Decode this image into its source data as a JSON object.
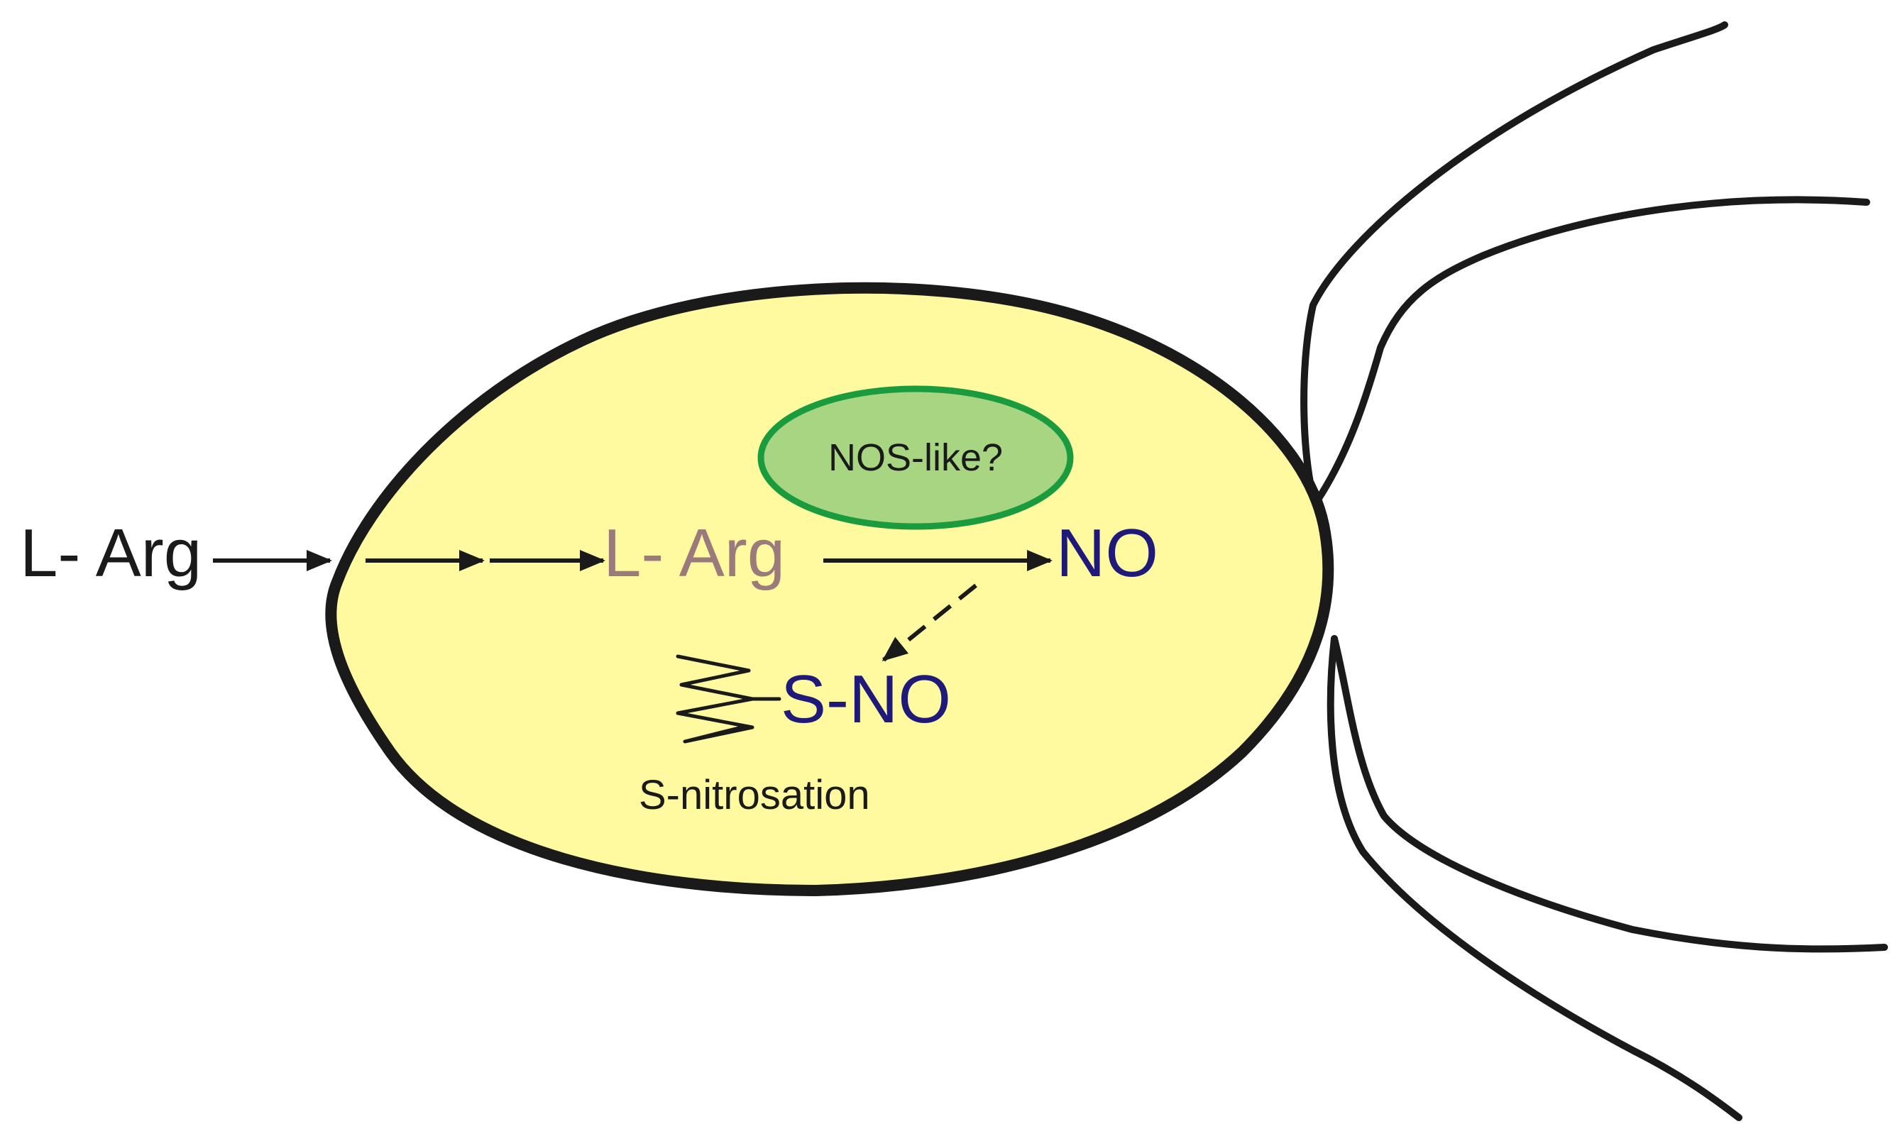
{
  "labels": {
    "outside_substrate": "L- Arg",
    "inside_substrate": "L- Arg",
    "product": "NO",
    "enzyme": "NOS-like?",
    "modified_group": "S-NO",
    "process": "S-nitrosation"
  },
  "colors": {
    "cell_fill": "#fffaa0",
    "cell_stroke": "#1a1a1a",
    "enzyme_fill": "#a8d581",
    "enzyme_stroke": "#1a9c3e",
    "outside_text": "#1a1a1a",
    "inside_substrate_text": "#9a7a7a",
    "product_text": "#1f1a7a",
    "arrow": "#1a1a1a",
    "flagella": "#1a1a1a"
  },
  "icons": {
    "protein_chain": "zigzag-protein-icon"
  }
}
